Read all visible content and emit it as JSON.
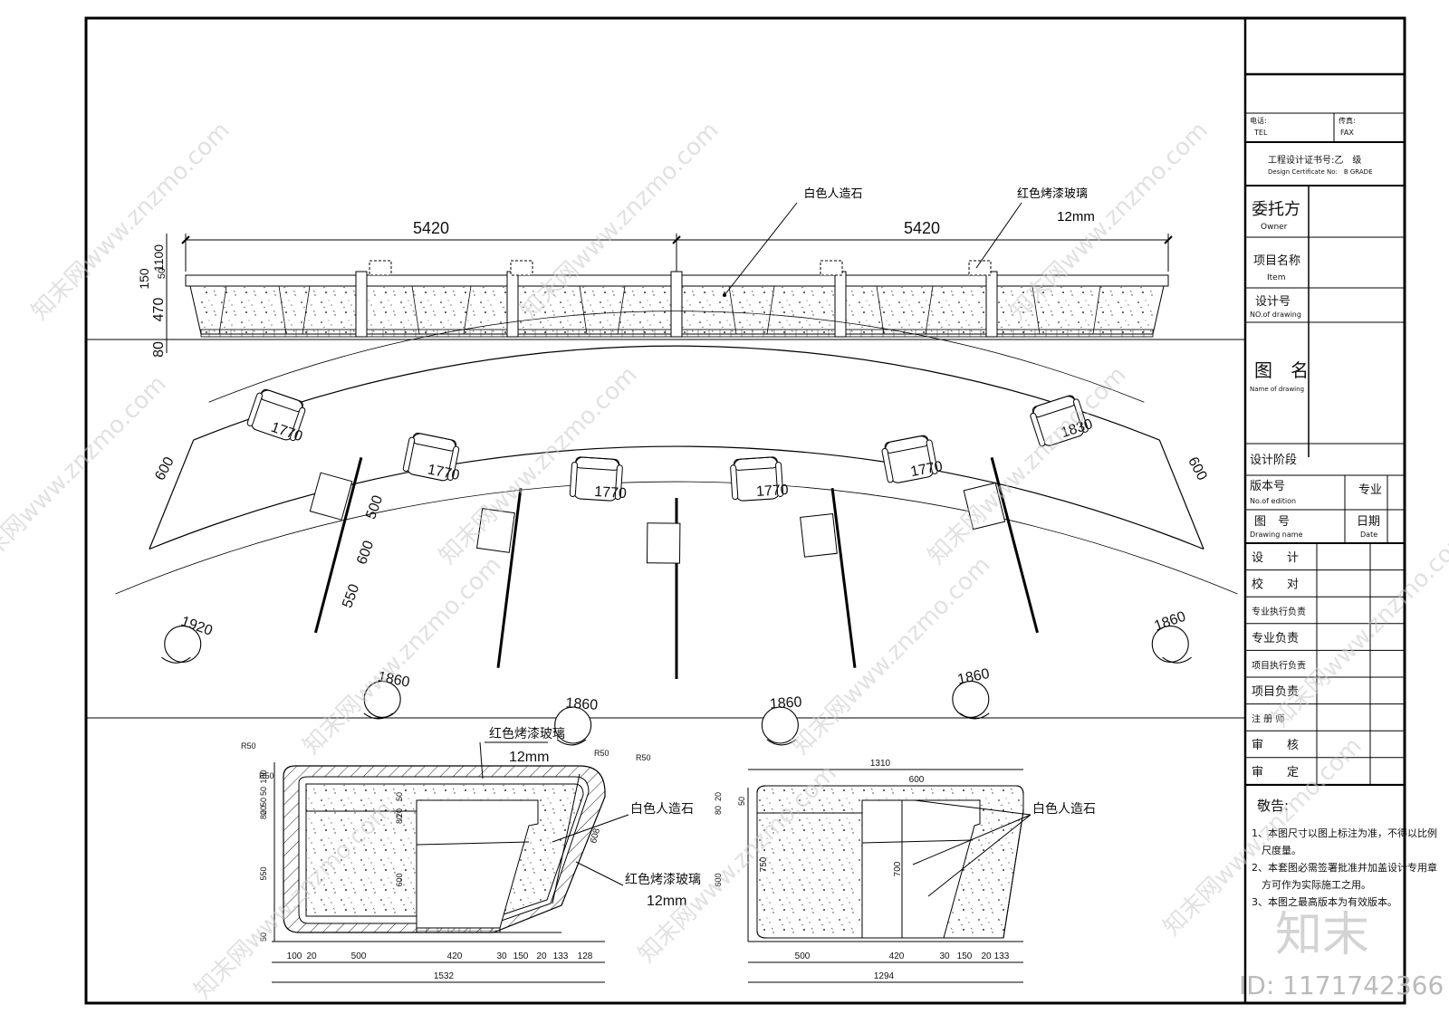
{
  "title_block": {
    "tel_cn": "电话:",
    "tel_en": "TEL",
    "fax_cn": "传真:",
    "fax_en": "FAX",
    "cert_cn": "工程设计证书号:乙　级",
    "cert_en": "Design Certificate No:　B GRADE",
    "owner_cn": "委托方",
    "owner_en": "Owner",
    "item_cn": "项目名称",
    "item_en": "Item",
    "drawing_no_cn": "设计号",
    "drawing_no_en": "NO.of drawing",
    "drawing_name_cn": "图　名",
    "drawing_name_en": "Name of drawing",
    "stage_cn": "设计阶段",
    "edition_cn": "版本号",
    "edition_en": "No.of edition",
    "major_cn": "专业",
    "number_cn": "图　号",
    "number_en": "Drawing name",
    "date_cn": "日期",
    "date_en": "Date",
    "roles": [
      "设　　计",
      "校　　对",
      "专业执行负责",
      "专业负责",
      "项目执行负责",
      "项目负责",
      "注 册 师",
      "审　　核",
      "审　　定"
    ],
    "notice_title": "敬告:",
    "notes": [
      "1、本图尺寸以图上标注为准，不得以比例",
      "　尺度量。",
      "2、本套图必需签署批准并加盖设计专用章",
      "　方可作为实际施工之用。",
      "3、本图之最高版本为有效版本。"
    ]
  },
  "elevation": {
    "dim_left": "5420",
    "dim_right": "5420",
    "label_stone": "白色人造石",
    "label_glass": "红色烤漆玻璃",
    "label_glass_thk": "12mm",
    "vdims": [
      "1100",
      "150",
      "50",
      "470",
      "80"
    ]
  },
  "plan": {
    "chair_dims": [
      "1770",
      "1770",
      "1770",
      "1770",
      "1770",
      "1830"
    ],
    "stool_dims": [
      "1920",
      "1860",
      "1860",
      "1860",
      "1860",
      "1860"
    ],
    "dim_depth_left": "600",
    "dim_depth_right": "600",
    "radial": [
      "500",
      "600",
      "550"
    ]
  },
  "section_a": {
    "label_glass_top": "红色烤漆玻璃",
    "label_glass_top_thk": "12mm",
    "label_stone": "白色人造石",
    "label_glass_side": "红色烤漆玻璃",
    "label_glass_side_thk": "12mm",
    "radius_1": "R50",
    "radius_2": "R50",
    "radius_3": "R50",
    "radius_4": "R50",
    "vdims": [
      "100",
      "50",
      "50",
      "20",
      "80",
      "550",
      "50"
    ],
    "inner_v": [
      "50",
      "20",
      "80",
      "600"
    ],
    "slant": "608",
    "hdims": [
      "100",
      "20",
      "500",
      "420",
      "30",
      "150",
      "20",
      "133",
      "128"
    ],
    "total": "1532"
  },
  "section_b": {
    "top_total": "1310",
    "top_600": "600",
    "label_stone": "白色人造石",
    "vdims": [
      "20",
      "80",
      "50",
      "600"
    ],
    "inner_v": [
      "750",
      "700"
    ],
    "hdims": [
      "500",
      "420",
      "30",
      "150",
      "20",
      "133"
    ],
    "total": "1294"
  },
  "watermark": {
    "site": "www.znzmo.com",
    "brand": "知末网",
    "logo": "知末",
    "id": "ID: 1171742366"
  }
}
